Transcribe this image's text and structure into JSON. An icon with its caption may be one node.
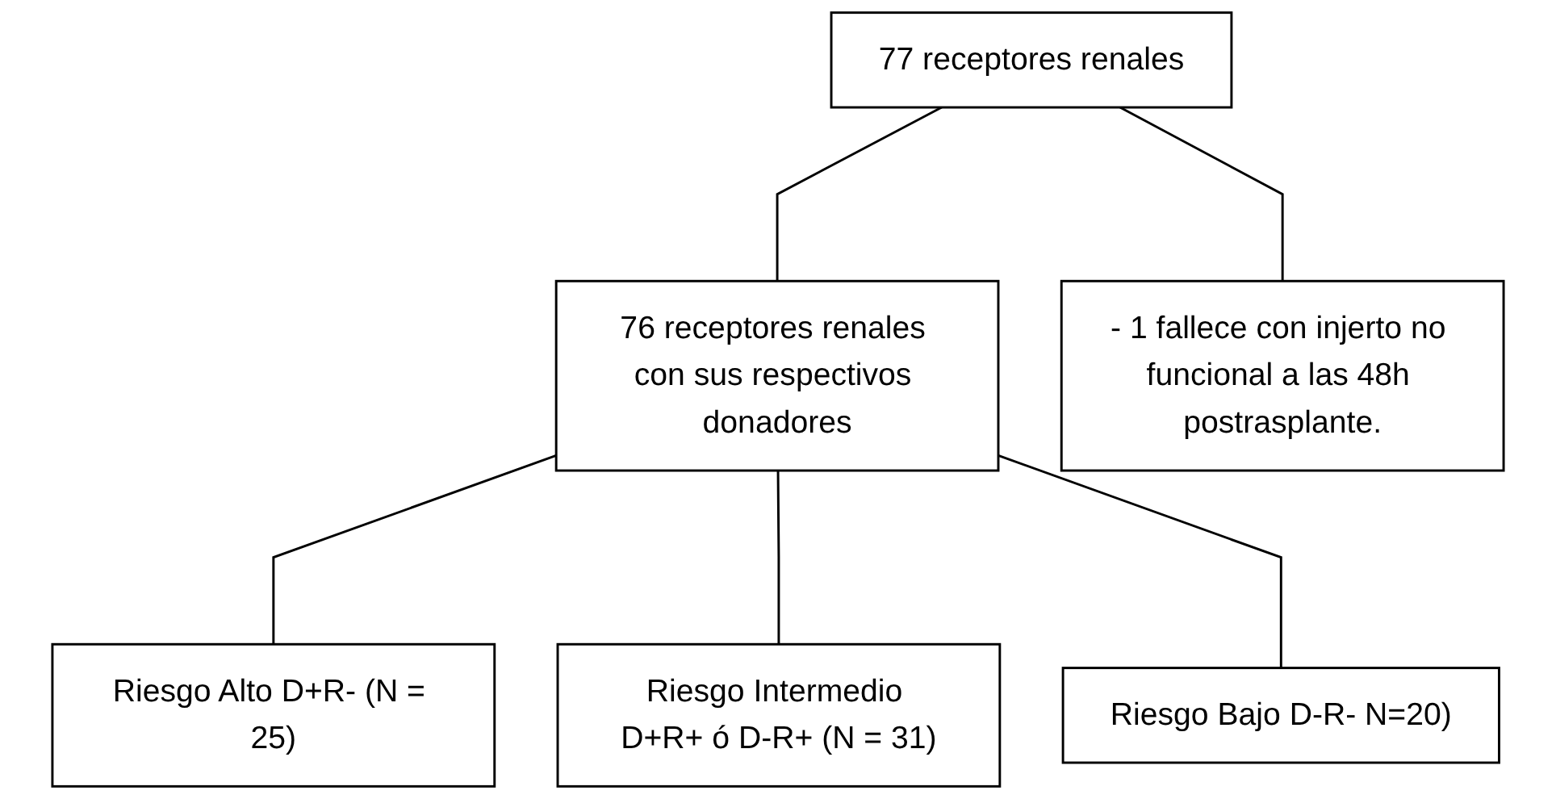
{
  "diagram": {
    "nodes": [
      {
        "text": [
          "77 receptores renales"
        ]
      },
      {
        "text": [
          "- 1 fallece con injerto no funcional a las 48h postrasplante."
        ]
      },
      {
        "text": [
          "76 receptores renales con sus respectivos donadores"
        ]
      },
      {
        "text": [
          "Riesgo Alto D+R- (N = 25)"
        ]
      },
      {
        "text": [
          "Riesgo Intermedio D+R+ ó D-R+ (N = 31)"
        ]
      },
      {
        "text": [
          "Riesgo Bajo D-R- N=20)"
        ]
      }
    ],
    "edges": [
      {
        "from": 0,
        "to": 2,
        "arrow": "none"
      },
      {
        "from": 0,
        "to": 1,
        "arrow": "none"
      },
      {
        "from": 2,
        "to": 3,
        "arrow": "none"
      },
      {
        "from": 2,
        "to": 4,
        "arrow": "none"
      },
      {
        "from": 2,
        "to": 5,
        "arrow": "none"
      }
    ]
  }
}
